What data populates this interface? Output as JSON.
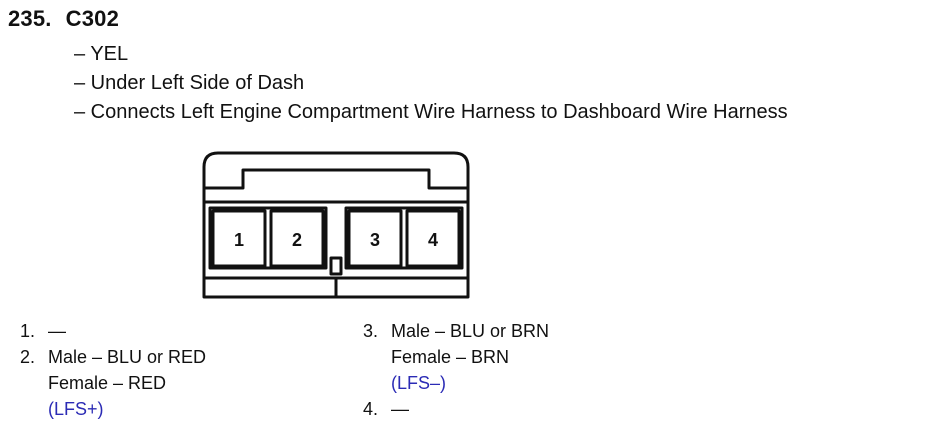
{
  "header": {
    "number": "235.",
    "connector_id": "C302"
  },
  "details": [
    "– YEL",
    "– Under Left Side of Dash",
    "– Connects Left Engine Compartment Wire Harness to Dashboard Wire Harness"
  ],
  "diagram": {
    "pin_labels": [
      "1",
      "2",
      "3",
      "4"
    ]
  },
  "pins": {
    "p1": {
      "number": "1.",
      "value": "—"
    },
    "p2": {
      "number": "2.",
      "male": "Male – BLU or RED",
      "female": "Female – RED",
      "circuit": "(LFS+)"
    },
    "p3": {
      "number": "3.",
      "male": "Male – BLU or BRN",
      "female": "Female – BRN",
      "circuit": "(LFS–)"
    },
    "p4": {
      "number": "4.",
      "value": "—"
    }
  },
  "colors": {
    "circuit_text": "#2b2bb5",
    "outline": "#111111"
  }
}
